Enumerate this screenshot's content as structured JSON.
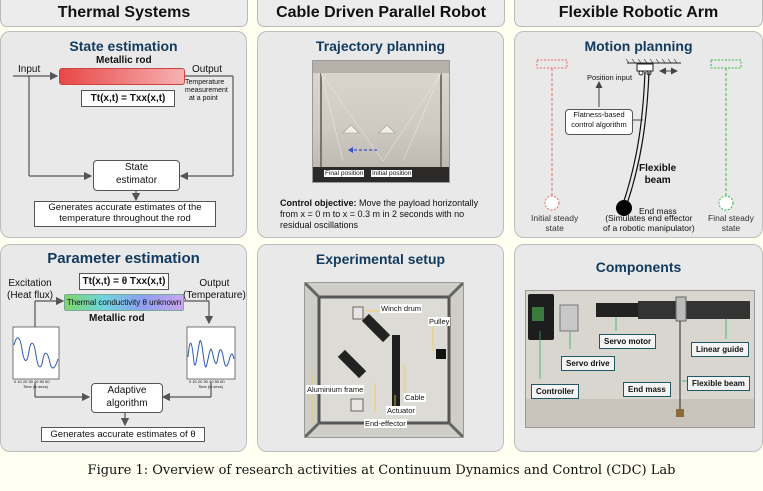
{
  "headers": {
    "thermal": "Thermal Systems",
    "cable": "Cable Driven Parallel Robot",
    "flexible": "Flexible Robotic Arm"
  },
  "state_estimation": {
    "title": "State estimation",
    "input": "Input",
    "rod": "Metallic rod",
    "output": "Output",
    "temp_meas": [
      "Temperature",
      "measurement",
      "at a point"
    ],
    "equation": "Tt(x,t) = Txx(x,t)",
    "estimator": [
      "State",
      "estimator"
    ],
    "result": [
      "Generates accurate estimates of the",
      "temperature throughout the rod"
    ]
  },
  "parameter_estimation": {
    "title": "Parameter estimation",
    "equation": "Tt(x,t) = θ Txx(x,t)",
    "excitation": [
      "Excitation",
      "(Heat flux)"
    ],
    "output": [
      "Output",
      "(Temperature)"
    ],
    "conductivity": "Thermal conductivity θ unknown",
    "rod": "Metallic rod",
    "algorithm": [
      "Adaptive",
      "algorithm"
    ],
    "result": "Generates accurate estimates of θ",
    "axis_label": "Time (in secs)",
    "ticks": "0 10 20 30 40 50 60"
  },
  "trajectory": {
    "title": "Trajectory planning",
    "final": "Final position",
    "initial": "Initial position",
    "objective_label": "Control objective:",
    "objective_text": [
      "Move the payload horizontally",
      "from x = 0 m to x = 0.3 m in 2 seconds with no",
      "residual oscillations"
    ]
  },
  "experimental": {
    "title": "Experimental setup",
    "winch": "Winch drum",
    "pulley": "Pulley",
    "frame": "Aluminium frame",
    "cable": "Cable",
    "actuator": "Actuator",
    "effector": "End-effector"
  },
  "motion": {
    "title": "Motion planning",
    "position_input": "Position input",
    "algorithm": [
      "Flatness-based",
      "control algorithm"
    ],
    "beam": [
      "Flexible",
      "beam"
    ],
    "mass": "End mass",
    "mass_desc": [
      "(Simulates end effector",
      "of a robotic manipulator)"
    ],
    "initial": [
      "Initial steady",
      "state"
    ],
    "final": [
      "Final steady",
      "state"
    ]
  },
  "components": {
    "title": "Components",
    "servo_motor": "Servo motor",
    "servo_drive": "Servo drive",
    "linear_guide": "Linear guide",
    "controller": "Controller",
    "end_mass": "End mass",
    "flexible_beam": "Flexible beam"
  },
  "caption": "Figure 1: Overview of research activities at Continuum Dynamics and Control (CDC) Lab"
}
